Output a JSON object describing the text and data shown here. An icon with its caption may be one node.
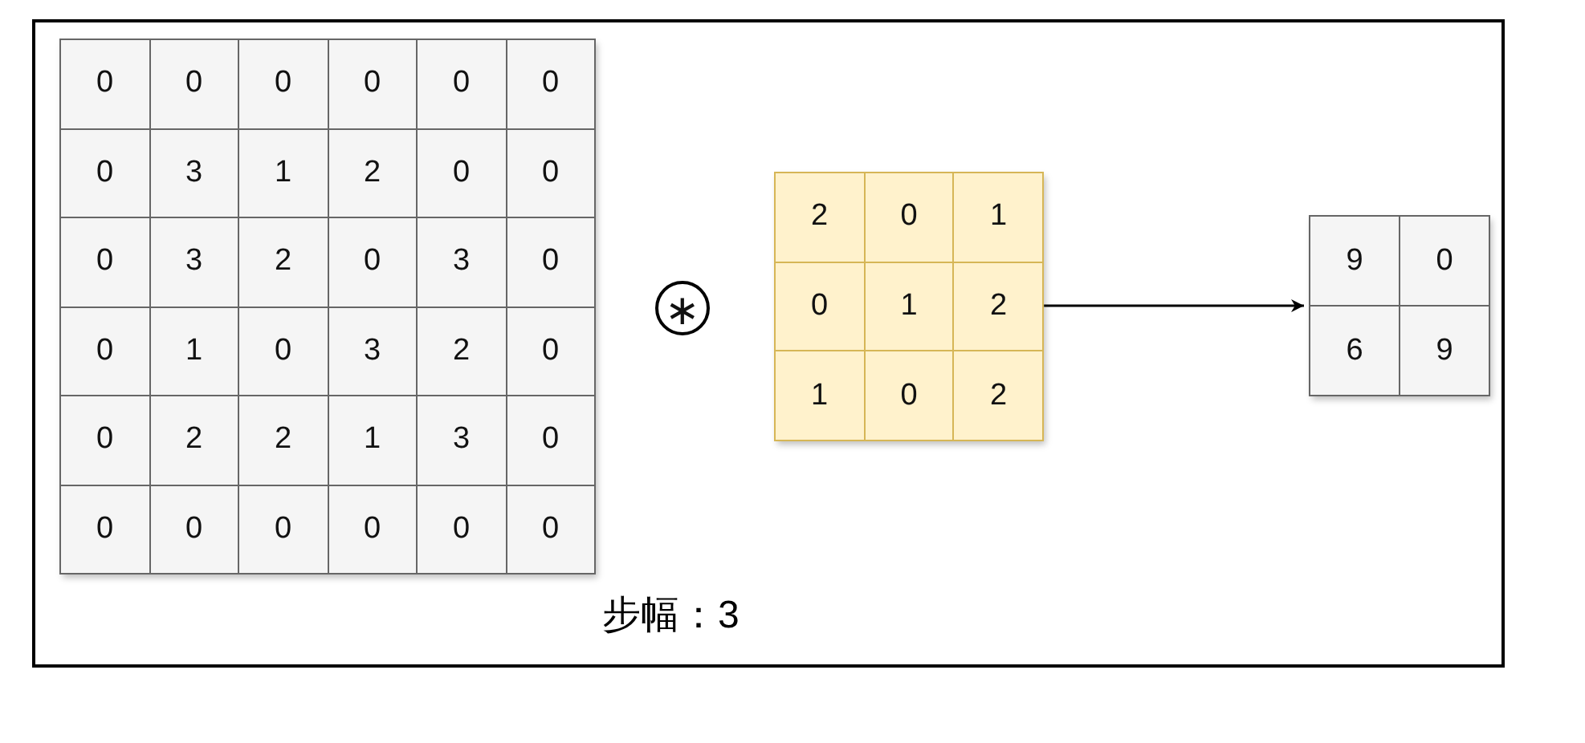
{
  "diagram": {
    "nodes": [
      {
        "text": [],
        "shape": "box"
      },
      {
        "text": [],
        "shape": "box",
        "in": 0
      },
      {
        "text": [
          "0"
        ],
        "in": 1
      },
      {
        "text": [
          "0"
        ],
        "in": 1
      },
      {
        "text": [
          "0"
        ],
        "in": 1
      },
      {
        "text": [
          "0"
        ],
        "in": 1
      },
      {
        "text": [
          "0"
        ],
        "in": 1
      },
      {
        "text": [
          "0"
        ],
        "in": 1
      },
      {
        "text": [
          "0"
        ],
        "in": 1
      },
      {
        "text": [
          "3"
        ],
        "in": 1
      },
      {
        "text": [
          "1"
        ],
        "in": 1
      },
      {
        "text": [
          "2"
        ],
        "in": 1
      },
      {
        "text": [
          "0"
        ],
        "in": 1
      },
      {
        "text": [
          "0"
        ],
        "in": 1
      },
      {
        "text": [
          "0"
        ],
        "in": 1
      },
      {
        "text": [
          "3"
        ],
        "in": 1
      },
      {
        "text": [
          "2"
        ],
        "in": 1
      },
      {
        "text": [
          "0"
        ],
        "in": 1
      },
      {
        "text": [
          "3"
        ],
        "in": 1
      },
      {
        "text": [
          "0"
        ],
        "in": 1
      },
      {
        "text": [
          "0"
        ],
        "in": 1
      },
      {
        "text": [
          "1"
        ],
        "in": 1
      },
      {
        "text": [
          "0"
        ],
        "in": 1
      },
      {
        "text": [
          "3"
        ],
        "in": 1
      },
      {
        "text": [
          "2"
        ],
        "in": 1
      },
      {
        "text": [
          "0"
        ],
        "in": 1
      },
      {
        "text": [
          "0"
        ],
        "in": 1
      },
      {
        "text": [
          "2"
        ],
        "in": 1
      },
      {
        "text": [
          "2"
        ],
        "in": 1
      },
      {
        "text": [
          "1"
        ],
        "in": 1
      },
      {
        "text": [
          "3"
        ],
        "in": 1
      },
      {
        "text": [
          "0"
        ],
        "in": 1
      },
      {
        "text": [
          "0"
        ],
        "in": 1
      },
      {
        "text": [
          "0"
        ],
        "in": 1
      },
      {
        "text": [
          "0"
        ],
        "in": 1
      },
      {
        "text": [
          "0"
        ],
        "in": 1
      },
      {
        "text": [
          "0"
        ],
        "in": 1
      },
      {
        "text": [
          "0"
        ],
        "in": 1
      },
      {
        "text": [
          "∗"
        ],
        "in": 0
      },
      {
        "text": [],
        "shape": "box",
        "in": 0
      },
      {
        "text": [
          "2"
        ],
        "in": 39
      },
      {
        "text": [
          "0"
        ],
        "in": 39
      },
      {
        "text": [
          "1"
        ],
        "in": 39
      },
      {
        "text": [
          "0"
        ],
        "in": 39
      },
      {
        "text": [
          "1"
        ],
        "in": 39
      },
      {
        "text": [
          "2"
        ],
        "in": 39
      },
      {
        "text": [
          "1"
        ],
        "in": 39
      },
      {
        "text": [
          "0"
        ],
        "in": 39
      },
      {
        "text": [
          "2"
        ],
        "in": 39
      },
      {
        "text": [],
        "shape": "box",
        "in": 0
      },
      {
        "text": [
          "9"
        ],
        "in": 49
      },
      {
        "text": [
          "0"
        ],
        "in": 49
      },
      {
        "text": [
          "6"
        ],
        "in": 49
      },
      {
        "text": [
          "9"
        ],
        "in": 49
      }
    ],
    "edges": [
      {
        "from": 39,
        "to": 49,
        "arrow": "to"
      }
    ],
    "labels": [
      "步幅：3"
    ]
  }
}
